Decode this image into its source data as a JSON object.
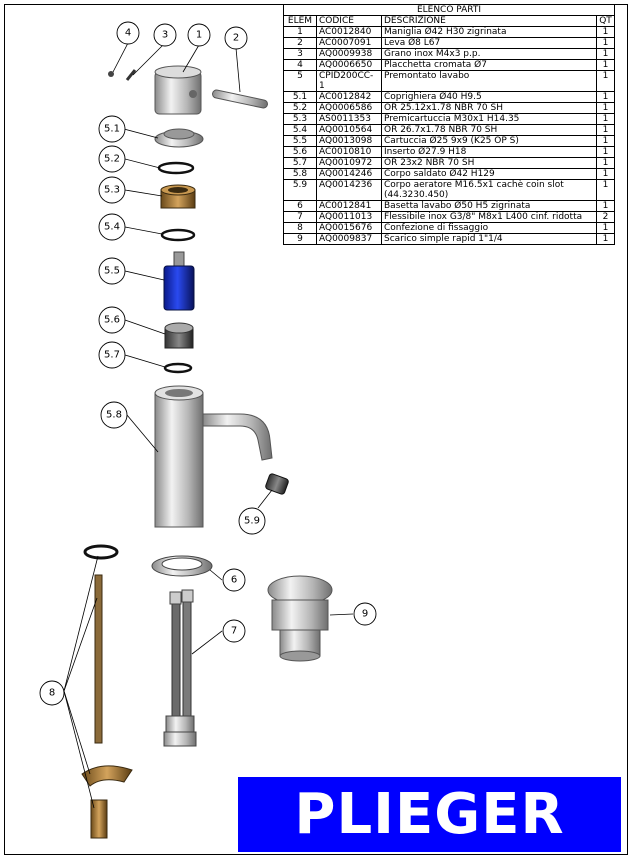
{
  "table": {
    "title": "ELENCO PARTI",
    "headers": [
      "ELEM",
      "CODICE",
      "DESCRIZIONE",
      "QT"
    ],
    "rows": [
      {
        "elem": "1",
        "code": "AC0012840",
        "desc": "Maniglia Ø42 H30 zigrinata",
        "qt": "1"
      },
      {
        "elem": "2",
        "code": "AC0007091",
        "desc": "Leva Ø8 L67",
        "qt": "1"
      },
      {
        "elem": "3",
        "code": "AQ0009938",
        "desc": "Grano inox M4x3 p.p.",
        "qt": "1"
      },
      {
        "elem": "4",
        "code": "AQ0006650",
        "desc": "Placchetta cromata Ø7",
        "qt": "1"
      },
      {
        "elem": "5",
        "code": "CPID200CC-1",
        "desc": "Premontato lavabo",
        "qt": "1"
      },
      {
        "elem": "5.1",
        "code": "AC0012842",
        "desc": "Coprighiera Ø40 H9.5",
        "qt": "1"
      },
      {
        "elem": "5.2",
        "code": "AQ0006586",
        "desc": "OR 25.12x1.78 NBR 70 SH",
        "qt": "1"
      },
      {
        "elem": "5.3",
        "code": "AS0011353",
        "desc": "Premicartuccia M30x1 H14.35",
        "qt": "1"
      },
      {
        "elem": "5.4",
        "code": "AQ0010564",
        "desc": "OR 26.7x1.78 NBR 70 SH",
        "qt": "1"
      },
      {
        "elem": "5.5",
        "code": "AQ0013098",
        "desc": "Cartuccia Ø25 9x9 (K25 OP S)",
        "qt": "1"
      },
      {
        "elem": "5.6",
        "code": "AC0010810",
        "desc": "Inserto Ø27.9 H18",
        "qt": "1"
      },
      {
        "elem": "5.7",
        "code": "AQ0010972",
        "desc": "OR 23x2 NBR 70 SH",
        "qt": "1"
      },
      {
        "elem": "5.8",
        "code": "AQ0014246",
        "desc": "Corpo saldato Ø42 H129",
        "qt": "1"
      },
      {
        "elem": "5.9",
        "code": "AQ0014236",
        "desc": "Corpo aeratore M16.5x1 cachè coin slot (44.3230.450)",
        "qt": "1"
      },
      {
        "elem": "6",
        "code": "AC0012841",
        "desc": "Basetta lavabo Ø50 H5 zigrinata",
        "qt": "1"
      },
      {
        "elem": "7",
        "code": "AQ0011013",
        "desc": "Flessibile inox G3/8\" M8x1 L400 cinf. ridotta",
        "qt": "2"
      },
      {
        "elem": "8",
        "code": "AQ0015676",
        "desc": "Confezione di fissaggio",
        "qt": "1"
      },
      {
        "elem": "9",
        "code": "AQ0009837",
        "desc": "Scarico simple rapid 1\"1/4",
        "qt": "1"
      }
    ]
  },
  "callouts": [
    "1",
    "2",
    "3",
    "4",
    "5.1",
    "5.2",
    "5.3",
    "5.4",
    "5.5",
    "5.6",
    "5.7",
    "5.8",
    "5.9",
    "6",
    "7",
    "8",
    "9"
  ],
  "logo": {
    "text": "PLIEGER"
  },
  "colors": {
    "logo_bg": "#0000ff",
    "cartridge": "#1a2fd0",
    "brass": "#b08a4a",
    "chrome": "#c8c8c8"
  }
}
